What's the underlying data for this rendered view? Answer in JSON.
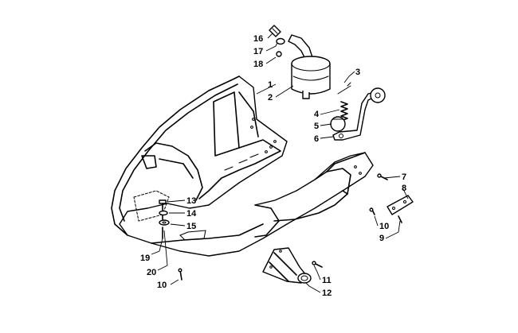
{
  "callouts": [
    {
      "id": "c1",
      "label": "1"
    },
    {
      "id": "c2",
      "label": "2"
    },
    {
      "id": "c3",
      "label": "3"
    },
    {
      "id": "c4",
      "label": "4"
    },
    {
      "id": "c5",
      "label": "5"
    },
    {
      "id": "c6",
      "label": "6"
    },
    {
      "id": "c7",
      "label": "7"
    },
    {
      "id": "c8",
      "label": "8"
    },
    {
      "id": "c9",
      "label": "9"
    },
    {
      "id": "c10a",
      "label": "10"
    },
    {
      "id": "c10b",
      "label": "10"
    },
    {
      "id": "c11",
      "label": "11"
    },
    {
      "id": "c12",
      "label": "12"
    },
    {
      "id": "c13",
      "label": "13"
    },
    {
      "id": "c14",
      "label": "14"
    },
    {
      "id": "c15",
      "label": "15"
    },
    {
      "id": "c16",
      "label": "16"
    },
    {
      "id": "c17",
      "label": "17"
    },
    {
      "id": "c18",
      "label": "18"
    },
    {
      "id": "c19",
      "label": "19"
    },
    {
      "id": "c20",
      "label": "20"
    }
  ]
}
